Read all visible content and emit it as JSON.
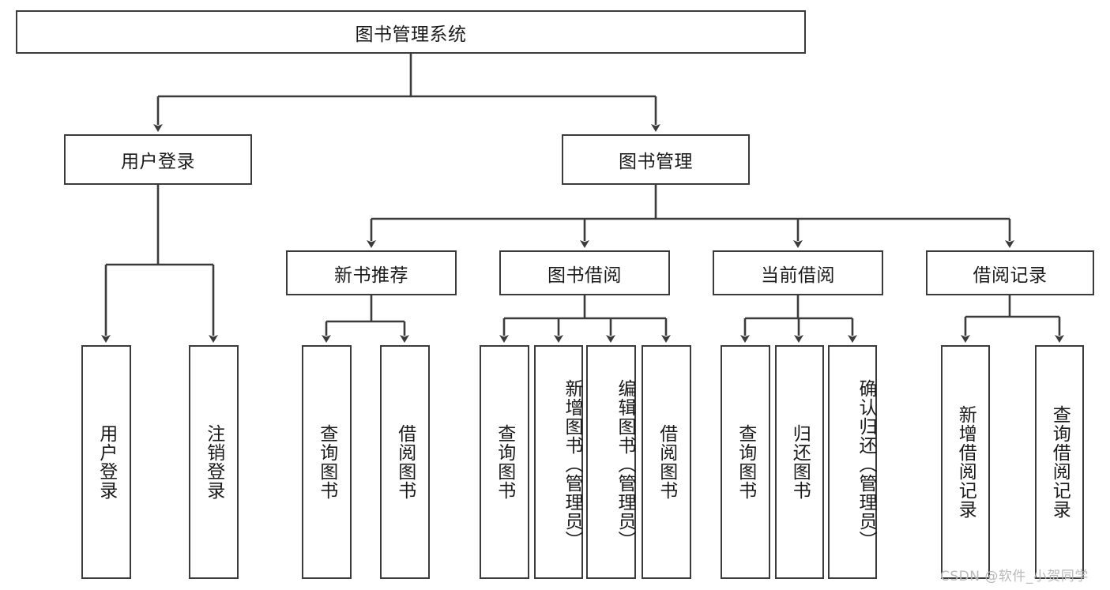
{
  "diagram": {
    "type": "tree-hierarchy",
    "title": "图书管理系统",
    "root": {
      "label": "图书管理系统",
      "orientation": "horizontal"
    },
    "level1": [
      {
        "label": "用户登录",
        "orientation": "horizontal"
      },
      {
        "label": "图书管理",
        "orientation": "horizontal"
      }
    ],
    "level2": [
      {
        "label": "新书推荐",
        "orientation": "horizontal",
        "parent": "图书管理"
      },
      {
        "label": "图书借阅",
        "orientation": "horizontal",
        "parent": "图书管理"
      },
      {
        "label": "当前借阅",
        "orientation": "horizontal",
        "parent": "图书管理"
      },
      {
        "label": "借阅记录",
        "orientation": "horizontal",
        "parent": "图书管理"
      }
    ],
    "leaves": {
      "user_login": [
        {
          "label": "用户登录",
          "orientation": "vertical"
        },
        {
          "label": "注销登录",
          "orientation": "vertical"
        }
      ],
      "new_book_recommend": [
        {
          "label": "查询图书",
          "orientation": "vertical"
        },
        {
          "label": "借阅图书",
          "orientation": "vertical"
        }
      ],
      "book_borrow": [
        {
          "label": "查询图书",
          "orientation": "vertical"
        },
        {
          "label": "新增图书（管理员）",
          "orientation": "vertical"
        },
        {
          "label": "编辑图书（管理员）",
          "orientation": "vertical"
        },
        {
          "label": "借阅图书",
          "orientation": "vertical"
        }
      ],
      "current_borrow": [
        {
          "label": "查询图书",
          "orientation": "vertical"
        },
        {
          "label": "归还图书",
          "orientation": "vertical"
        },
        {
          "label": "确认归还（管理员）",
          "orientation": "vertical"
        }
      ],
      "borrow_record": [
        {
          "label": "新增借阅记录",
          "orientation": "vertical"
        },
        {
          "label": "查询借阅记录",
          "orientation": "vertical"
        }
      ]
    },
    "watermark": "CSDN @软件_小贺同学",
    "colors": {
      "line": "#3b3b3b",
      "box_fill": "#ffffff",
      "text": "#1a1a1a",
      "watermark": "#b9b9b9",
      "background": "#ffffff"
    }
  }
}
